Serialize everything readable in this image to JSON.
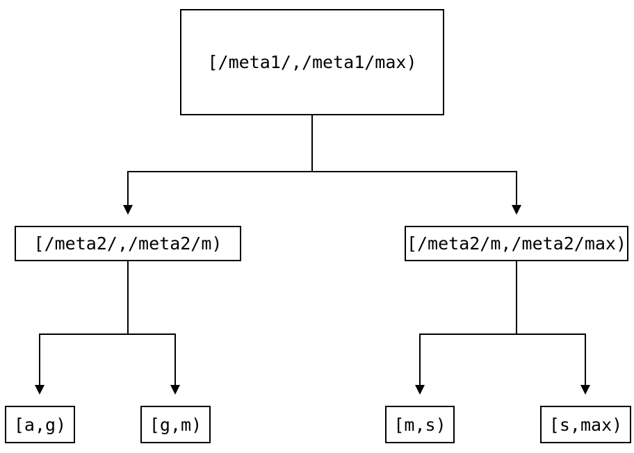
{
  "diagram": {
    "background_color": "#ffffff",
    "line_color": "#000000",
    "text_color": "#000000",
    "nodes": {
      "root": {
        "label": "[/meta1/,/meta1/max)"
      },
      "mid_left": {
        "label": "[/meta2/,/meta2/m)"
      },
      "mid_right": {
        "label": "[/meta2/m,/meta2/max)"
      },
      "leaf_1": {
        "label": "[a,g)"
      },
      "leaf_2": {
        "label": "[g,m)"
      },
      "leaf_3": {
        "label": "[m,s)"
      },
      "leaf_4": {
        "label": "[s,max)"
      }
    },
    "edges": [
      {
        "from": "root",
        "to": "mid_left"
      },
      {
        "from": "root",
        "to": "mid_right"
      },
      {
        "from": "mid_left",
        "to": "leaf_1"
      },
      {
        "from": "mid_left",
        "to": "leaf_2"
      },
      {
        "from": "mid_right",
        "to": "leaf_3"
      },
      {
        "from": "mid_right",
        "to": "leaf_4"
      }
    ]
  }
}
